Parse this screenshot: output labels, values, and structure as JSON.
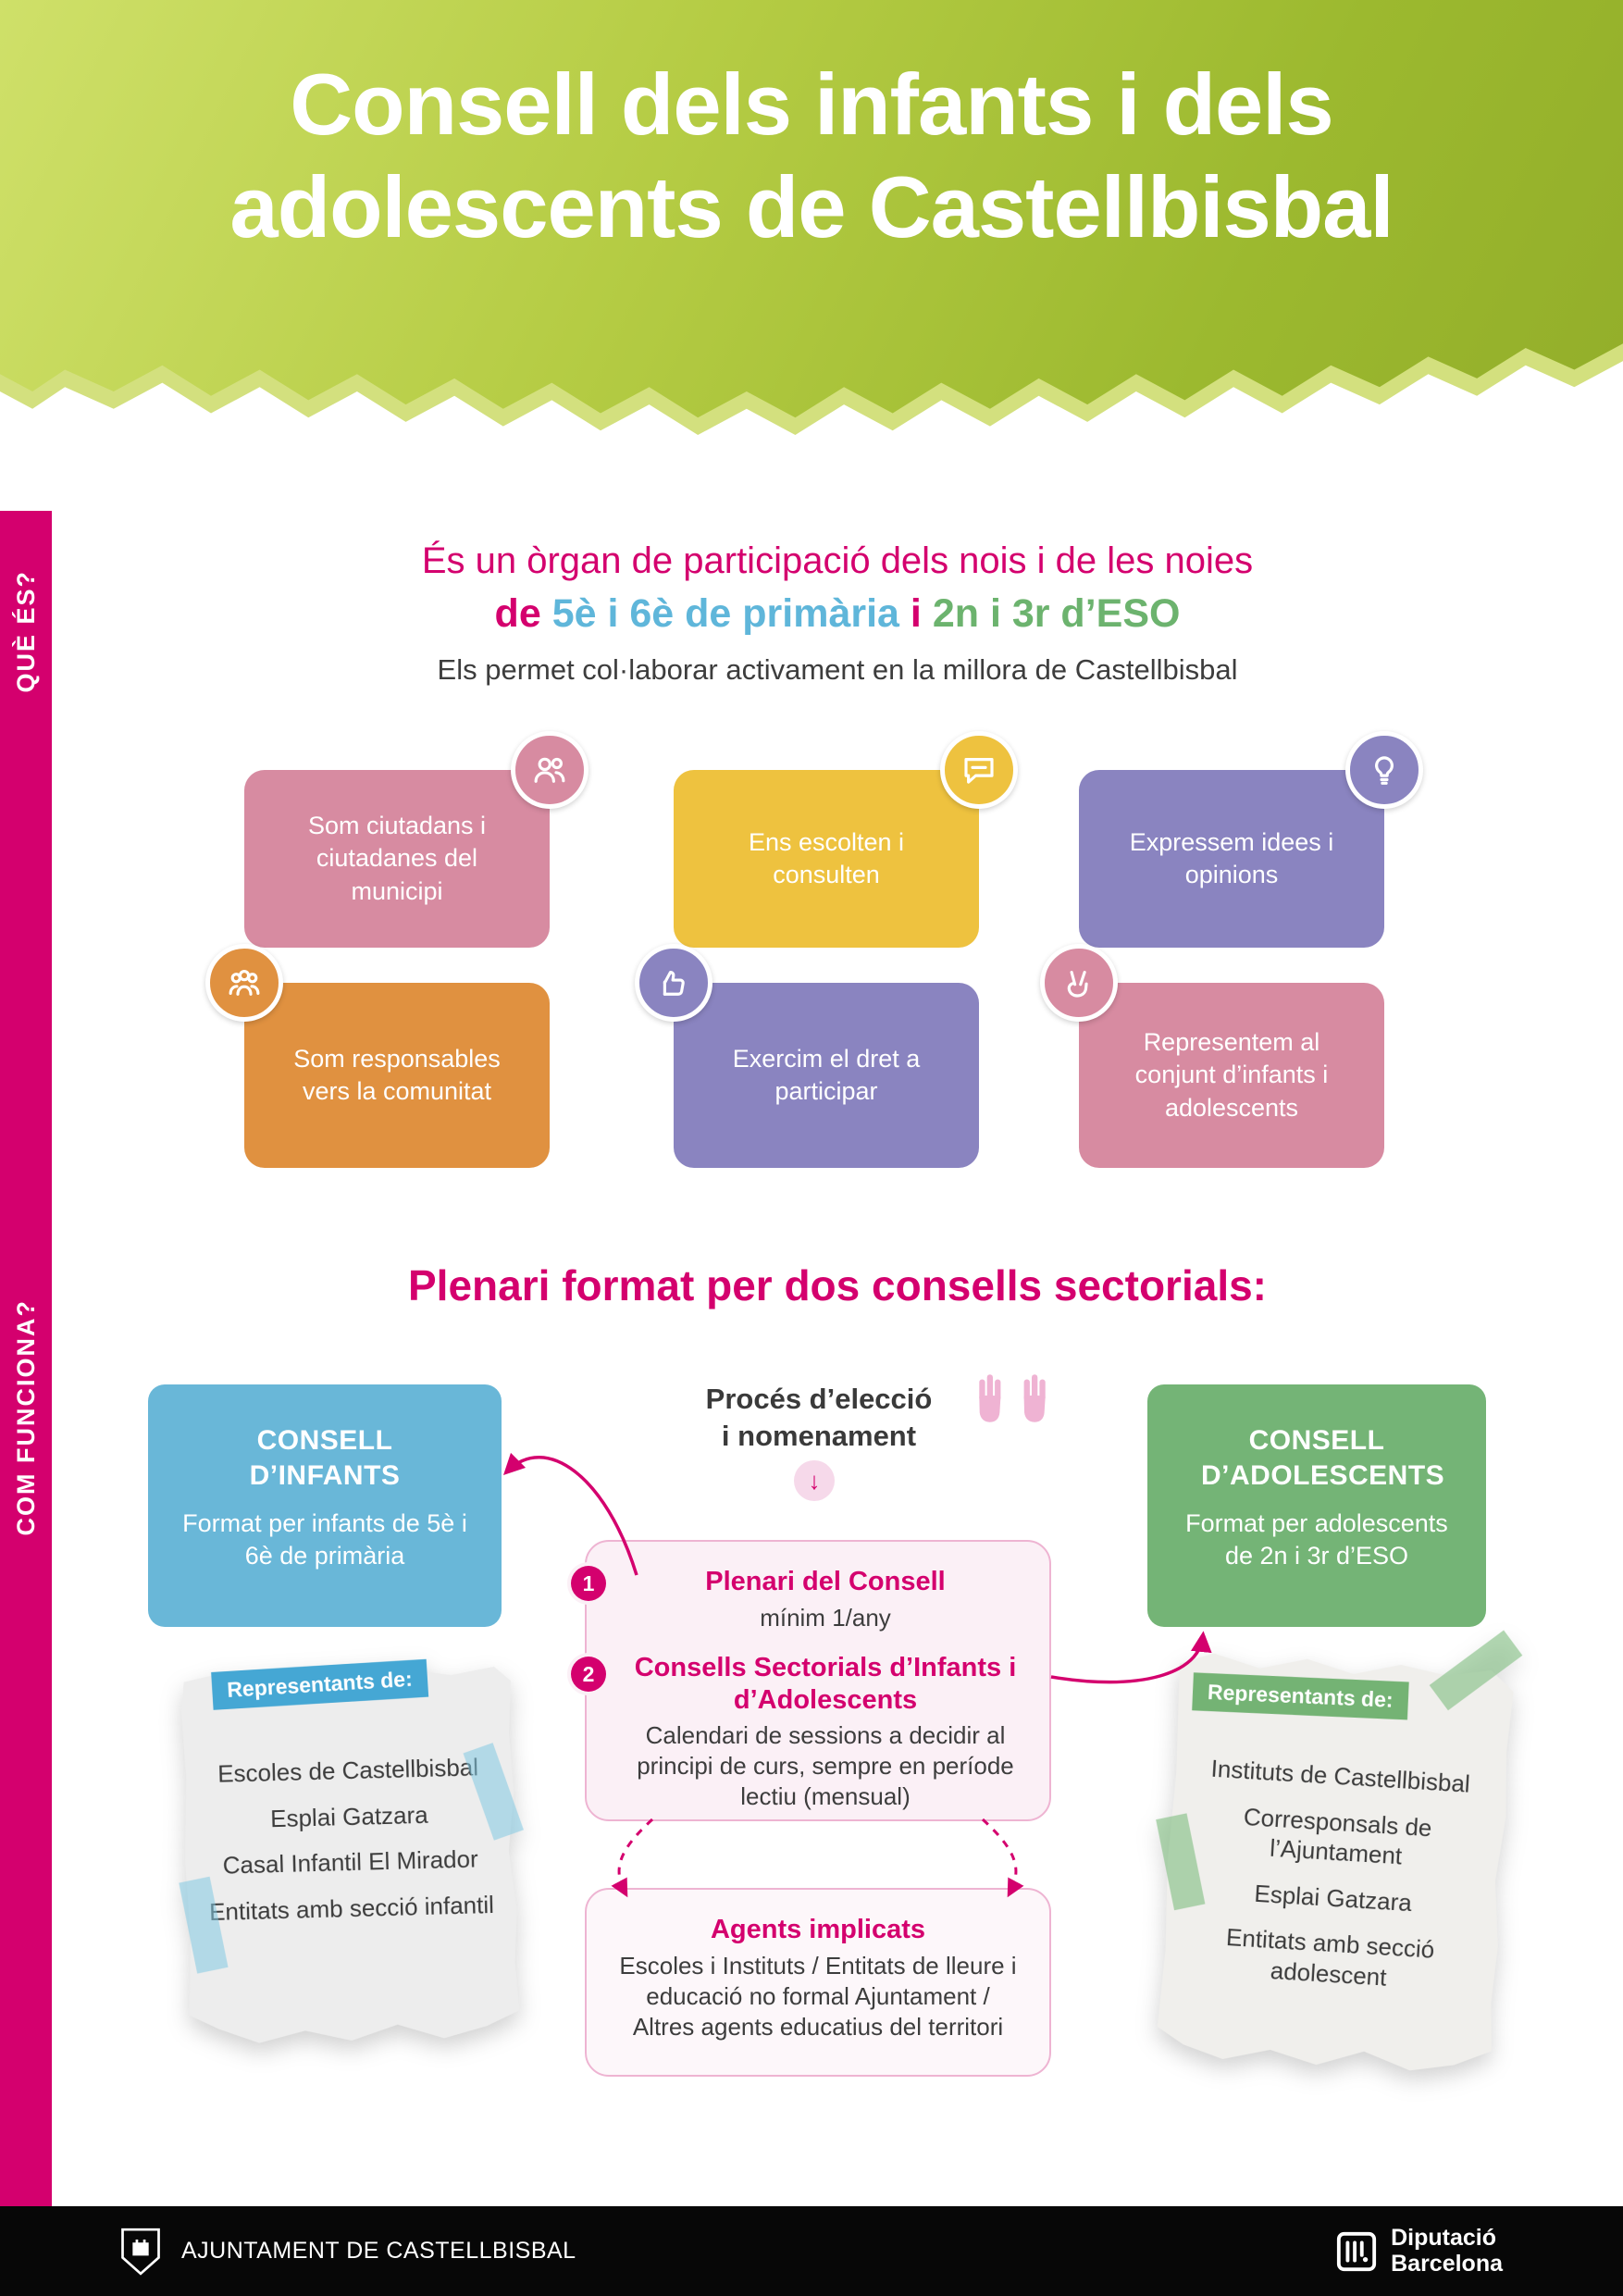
{
  "colors": {
    "magenta": "#d4006e",
    "header_green_light": "#cfe069",
    "header_green_dark": "#93ae2a",
    "card_pink": "#d78ba1",
    "card_yellow": "#eec23f",
    "card_purple": "#8a84c0",
    "card_orange": "#e09140",
    "box_blue": "#69b7d8",
    "box_green": "#74b476",
    "panel_pink_bg": "#fbf0f6",
    "panel_pink_border": "#eeb4d2"
  },
  "header": {
    "title_line1": "Consell dels infants i dels",
    "title_line2": "adolescents de Castellbisbal"
  },
  "sidebar": {
    "que_es": "QUÈ ÉS?",
    "com_funciona": "COM FUNCIONA?"
  },
  "intro": {
    "line1": "És un òrgan de participació dels nois i de les noies",
    "line2_de": "de",
    "line2_primaria": "5è i 6è de primària",
    "line2_i": "i",
    "line2_eso": "2n i 3r d’ESO",
    "line3": "Els permet col·laborar activament en la millora de Castellbisbal"
  },
  "cards": [
    {
      "label": "Som ciutadans i ciutadanes del municipi",
      "icon": "people-icon",
      "color": "#d78ba1"
    },
    {
      "label": "Ens escolten i consulten",
      "icon": "speech-bubble-icon",
      "color": "#eec23f"
    },
    {
      "label": "Expressem idees i opinions",
      "icon": "idea-icon",
      "color": "#8a84c0"
    },
    {
      "label": "Som responsables vers la comunitat",
      "icon": "group-icon",
      "color": "#e09140"
    },
    {
      "label": "Exercim el dret a participar",
      "icon": "vote-hand-icon",
      "color": "#8a84c0"
    },
    {
      "label": "Representem al conjunt d’infants i adolescents",
      "icon": "victory-hand-icon",
      "color": "#d78ba1"
    }
  ],
  "section2": {
    "heading": "Plenari format per dos consells sectorials:",
    "consell_infants": {
      "title": "CONSELL D’INFANTS",
      "desc": "Format per infants de 5è i 6è de primària"
    },
    "consell_adolescents": {
      "title": "CONSELL D’ADOLESCENTS",
      "desc": "Format per adolescents de 2n i 3r d’ESO"
    },
    "proces": {
      "line1": "Procés d’elecció",
      "line2": "i nomenament",
      "arrow": "↓"
    },
    "plenari": {
      "num1": "1",
      "title1": "Plenari del Consell",
      "desc1": "mínim 1/any",
      "num2": "2",
      "title2": "Consells Sectorials d’Infants i d’Adolescents",
      "desc2": "Calendari de sessions a decidir al principi de curs, sempre en període lectiu (mensual)"
    },
    "agents": {
      "title": "Agents implicats",
      "desc": "Escoles i Instituts / Entitats de lleure i educació no formal Ajuntament / Altres agents educatius del territori"
    }
  },
  "notes": {
    "left": {
      "ribbon": "Representants de:",
      "items": [
        "Escoles de Castellbisbal",
        "Esplai Gatzara",
        "Casal Infantil El Mirador",
        "Entitats amb secció infantil"
      ]
    },
    "right": {
      "ribbon": "Representants de:",
      "items": [
        "Instituts de Castellbisbal",
        "Corresponsals de l’Ajuntament",
        "Esplai Gatzara",
        "Entitats amb secció adolescent"
      ]
    }
  },
  "footer": {
    "ajuntament": "AJUNTAMENT DE CASTELLBISBAL",
    "diputacio_line1": "Diputació",
    "diputacio_line2": "Barcelona"
  }
}
